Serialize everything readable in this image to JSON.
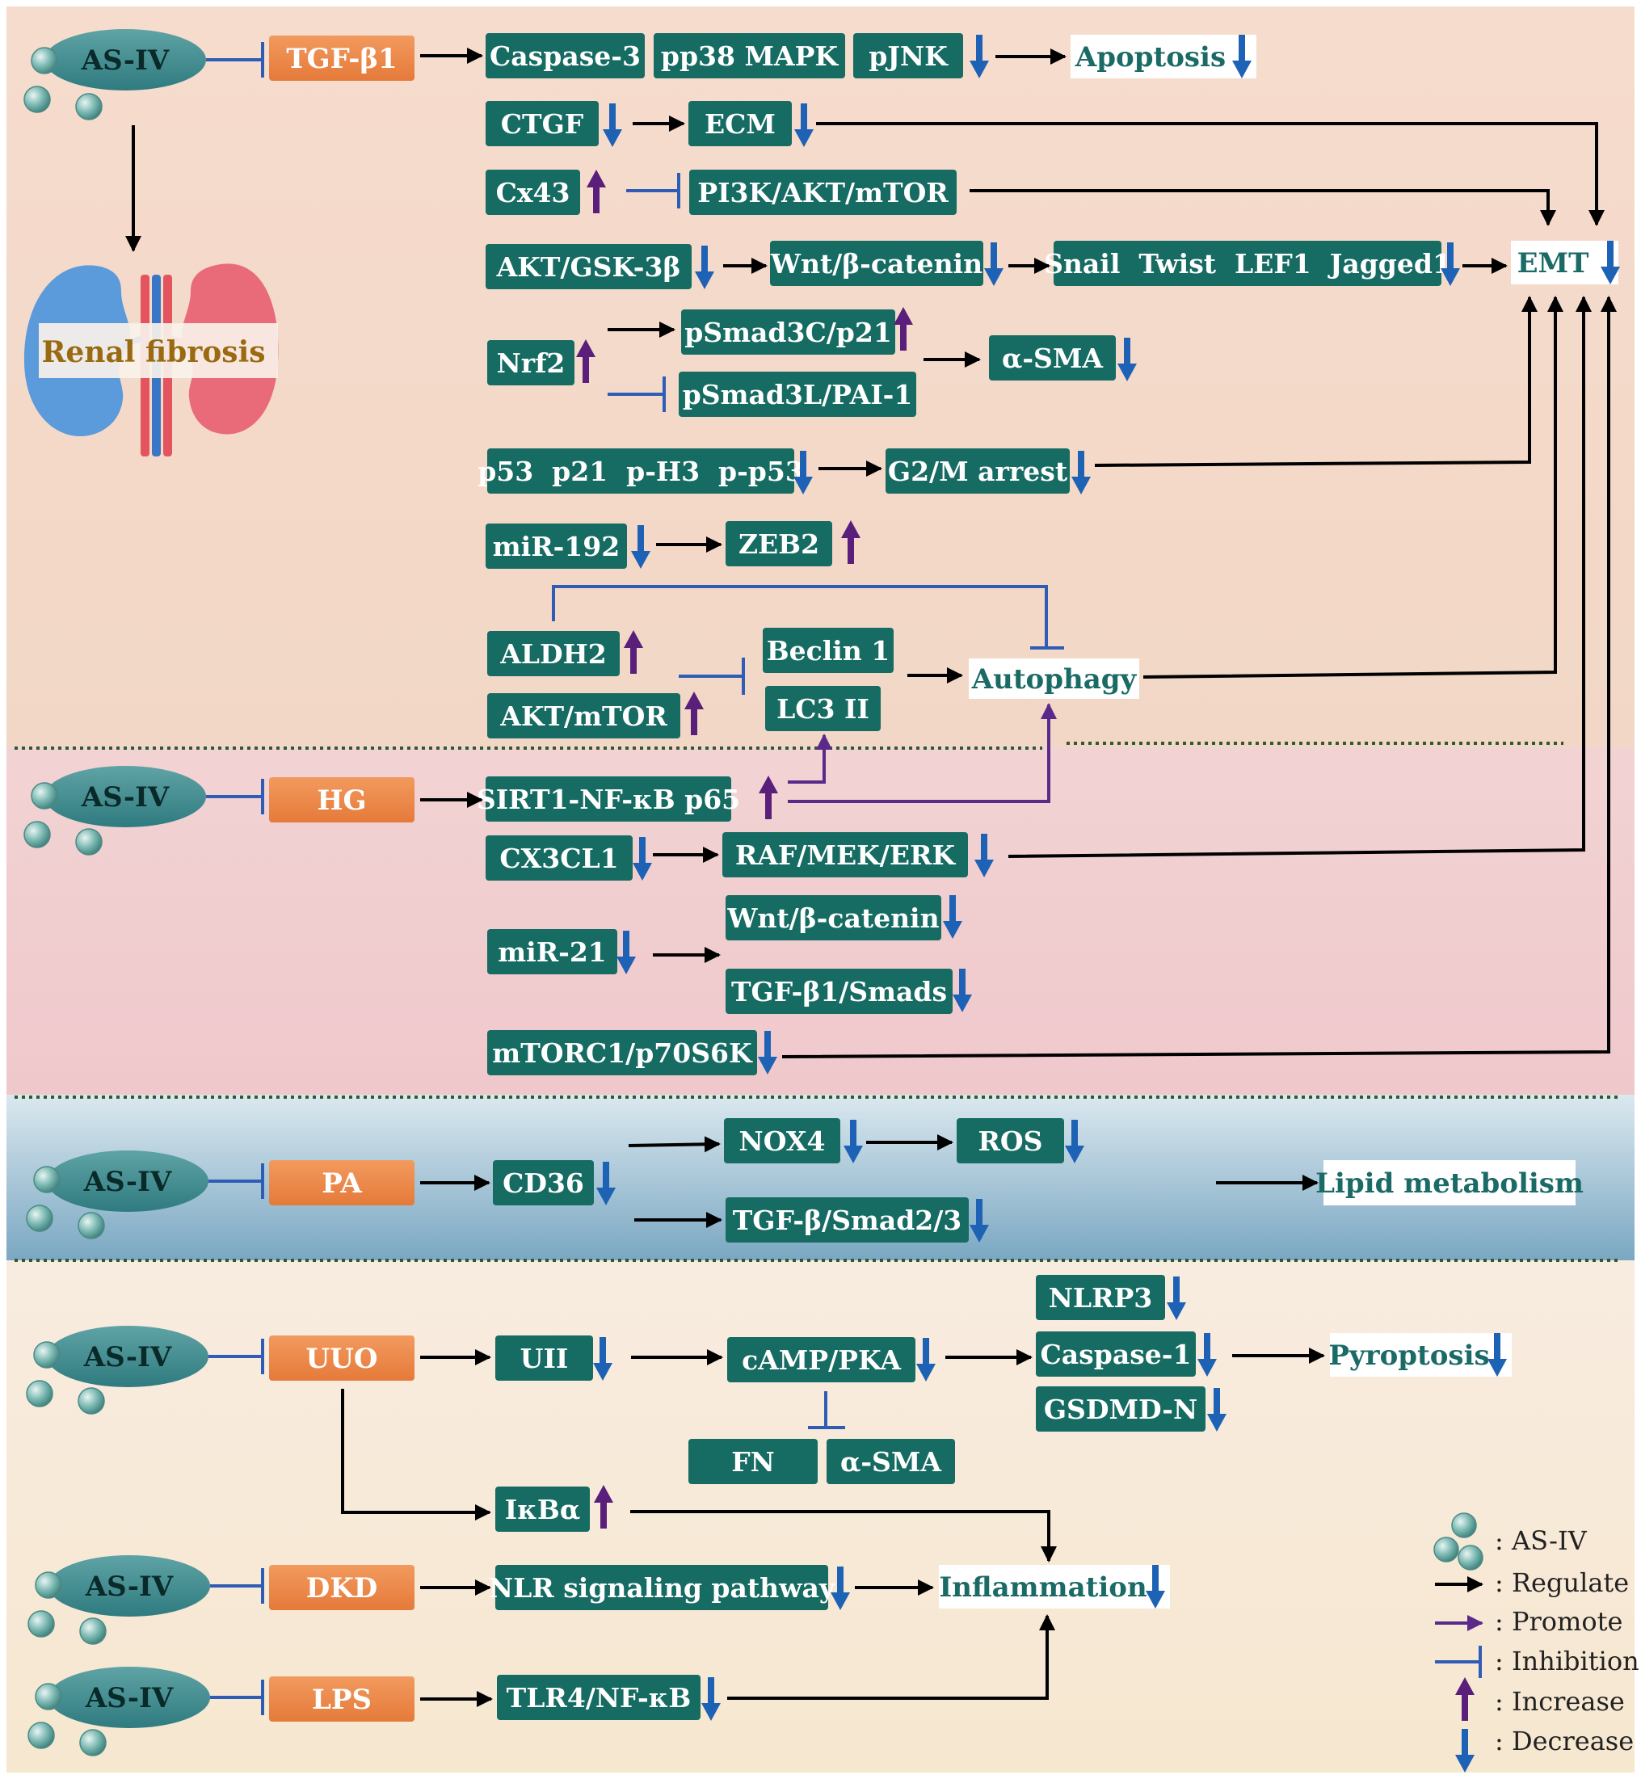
{
  "colors": {
    "node_fill": "#166b62",
    "trigger_fill": "#ee8a48",
    "outcome_text": "#1a6a66",
    "increase": "#5a1f7a",
    "decrease": "#1e62b5",
    "regulate": "#000000",
    "promote": "#5a2a8a",
    "inhibit": "#2f5db6"
  },
  "drug": "AS-IV",
  "organ_label": "Renal fibrosis",
  "triggers": [
    "TGF-β1",
    "HG",
    "PA",
    "UUO",
    "DKD",
    "LPS"
  ],
  "nodes": {
    "caspase3": "Caspase-3",
    "pp38": "pp38 MAPK",
    "pjnk": "pJNK",
    "ctgf": "CTGF",
    "ecm": "ECM",
    "cx43": "Cx43",
    "pi3k": "PI3K/AKT/mTOR",
    "aktgsk": "AKT/GSK-3β",
    "wnt1": "Wnt/β-catenin",
    "snail": "Snail  Twist  LEF1  Jagged1",
    "nrf2": "Nrf2",
    "psmad3c": "pSmad3C/p21",
    "psmad3l": "pSmad3L/PAI-1",
    "asma1": "α-SMA",
    "p53": "p53  p21  p-H3  p-p53",
    "g2m": "G2/M arrest",
    "mir192": "miR-192",
    "zeb2": "ZEB2",
    "aldh2": "ALDH2",
    "aktmtor": "AKT/mTOR",
    "beclin": "Beclin 1",
    "lc3": "LC3 II",
    "sirt1": "SIRT1-NF-κB p65",
    "cx3cl1": "CX3CL1",
    "raf": "RAF/MEK/ERK",
    "mir21": "miR-21",
    "wnt2": "Wnt/β-catenin",
    "tgfsmads": "TGF-β1/Smads",
    "mtorc1": "mTORC1/p70S6K",
    "cd36": "CD36",
    "nox4": "NOX4",
    "ros": "ROS",
    "tgfsmad23": "TGF-β/Smad2/3",
    "uii": "UII",
    "camp": "cAMP/PKA",
    "nlrp3": "NLRP3",
    "caspase1": "Caspase-1",
    "gsdmd": "GSDMD-N",
    "fn": "FN",
    "asma2": "α-SMA",
    "ikba": "IκBα",
    "nlr": "NLR signaling pathway",
    "tlr4": "TLR4/NF-κB"
  },
  "outcomes": {
    "apoptosis": "Apoptosis",
    "emt": "EMT",
    "autophagy": "Autophagy",
    "lipid": "Lipid metabolism",
    "pyroptosis": "Pyroptosis",
    "inflammation": "Inflammation"
  },
  "legend": {
    "asiv": ": AS-IV",
    "regulate": ": Regulate",
    "promote": ": Promote",
    "inhibition": ": Inhibition",
    "increase": ": Increase",
    "decrease": ": Decrease"
  }
}
